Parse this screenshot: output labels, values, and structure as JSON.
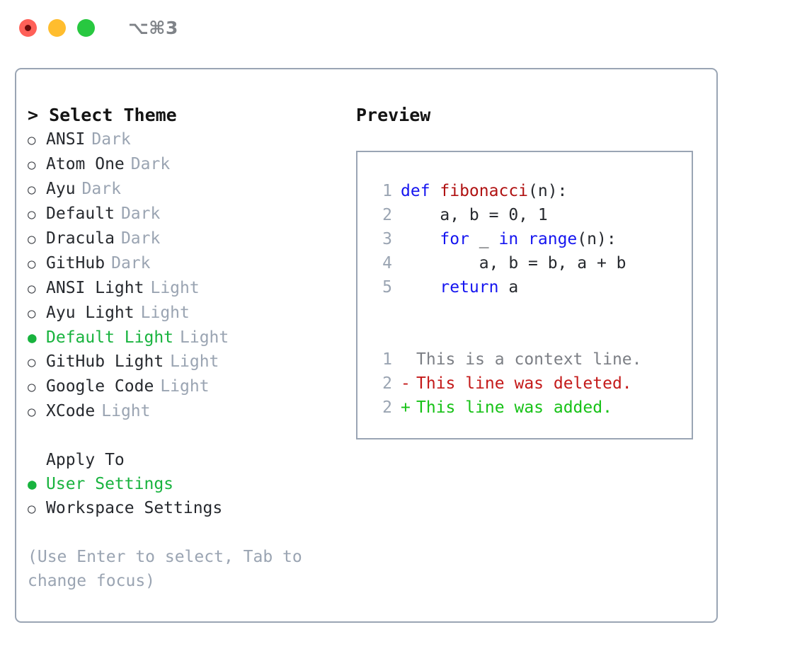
{
  "window": {
    "shortcut": "⌥⌘3",
    "traffic_lights": [
      {
        "name": "close",
        "color": "#ff6058"
      },
      {
        "name": "minimize",
        "color": "#ffbd2e"
      },
      {
        "name": "maximize",
        "color": "#28c840"
      }
    ],
    "border_color": "#9aa5b4"
  },
  "colors": {
    "accent_green": "#18b33e",
    "muted_grey": "#9aa4b2",
    "text": "#26292e",
    "keyword_blue": "#1515f0",
    "function_red": "#b01212",
    "diff_add": "#17c217",
    "diff_del": "#c41a1a",
    "diff_context": "#7c7f85"
  },
  "theme_selector": {
    "heading": "> Select Theme",
    "options": [
      {
        "bullet": "○",
        "label": "ANSI",
        "tag": "Dark",
        "selected": false
      },
      {
        "bullet": "○",
        "label": "Atom One",
        "tag": "Dark",
        "selected": false
      },
      {
        "bullet": "○",
        "label": "Ayu",
        "tag": "Dark",
        "selected": false
      },
      {
        "bullet": "○",
        "label": "Default",
        "tag": "Dark",
        "selected": false
      },
      {
        "bullet": "○",
        "label": "Dracula",
        "tag": "Dark",
        "selected": false
      },
      {
        "bullet": "○",
        "label": "GitHub",
        "tag": "Dark",
        "selected": false
      },
      {
        "bullet": "○",
        "label": "ANSI Light",
        "tag": "Light",
        "selected": false
      },
      {
        "bullet": "○",
        "label": "Ayu Light",
        "tag": "Light",
        "selected": false
      },
      {
        "bullet": "●",
        "label": "Default Light",
        "tag": "Light",
        "selected": true
      },
      {
        "bullet": "○",
        "label": "GitHub Light",
        "tag": "Light",
        "selected": false
      },
      {
        "bullet": "○",
        "label": "Google Code",
        "tag": "Light",
        "selected": false
      },
      {
        "bullet": "○",
        "label": "XCode",
        "tag": "Light",
        "selected": false
      }
    ]
  },
  "apply_to": {
    "label": "Apply To",
    "options": [
      {
        "bullet": "●",
        "label": "User Settings",
        "selected": true
      },
      {
        "bullet": "○",
        "label": "Workspace Settings",
        "selected": false
      }
    ]
  },
  "hint": "(Use Enter to select, Tab to change focus)",
  "preview": {
    "title": "Preview",
    "code_lines": [
      {
        "lineno": "1",
        "tokens": [
          {
            "text": "def ",
            "type": "kw"
          },
          {
            "text": "fibonacci",
            "type": "fn"
          },
          {
            "text": "(n):",
            "type": "plain"
          }
        ]
      },
      {
        "lineno": "2",
        "tokens": [
          {
            "text": "    a, b = 0, 1",
            "type": "plain"
          }
        ]
      },
      {
        "lineno": "3",
        "tokens": [
          {
            "text": "    ",
            "type": "plain"
          },
          {
            "text": "for",
            "type": "kw"
          },
          {
            "text": " _ ",
            "type": "plain"
          },
          {
            "text": "in",
            "type": "kw"
          },
          {
            "text": " ",
            "type": "plain"
          },
          {
            "text": "range",
            "type": "kw"
          },
          {
            "text": "(n):",
            "type": "plain"
          }
        ]
      },
      {
        "lineno": "4",
        "tokens": [
          {
            "text": "        a, b = b, a + b",
            "type": "plain"
          }
        ]
      },
      {
        "lineno": "5",
        "tokens": [
          {
            "text": "    ",
            "type": "plain"
          },
          {
            "text": "return",
            "type": "kw"
          },
          {
            "text": " a",
            "type": "plain"
          }
        ]
      }
    ],
    "diff_lines": [
      {
        "lineno": "1",
        "marker": " ",
        "text": "This is a context line.",
        "kind": "context"
      },
      {
        "lineno": "2",
        "marker": "-",
        "text": "This line was deleted.",
        "kind": "del"
      },
      {
        "lineno": "2",
        "marker": "+",
        "text": "This line was added.",
        "kind": "add"
      }
    ]
  }
}
